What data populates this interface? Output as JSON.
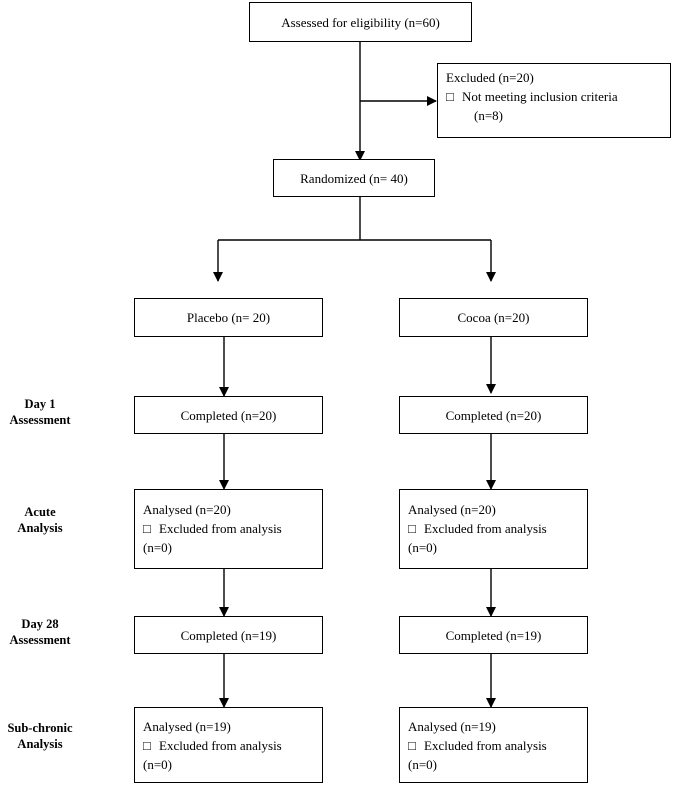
{
  "flow": {
    "assessed": "Assessed for eligibility  (n=60)",
    "excluded": {
      "title": "Excluded  (n=20)",
      "bullet": "□",
      "item": "Not meeting inclusion criteria",
      "item_n": "(n=8)"
    },
    "randomized": "Randomized (n= 40)",
    "placebo": {
      "allocation": "Placebo (n= 20)",
      "day1_completed": "Completed (n=20)",
      "acute": {
        "analysed": "Analysed  (n=20)",
        "bullet": "□",
        "excluded": "Excluded from analysis",
        "excluded_n": "(n=0)"
      },
      "day28_completed": "Completed (n=19)",
      "subchronic": {
        "analysed": "Analysed  (n=19)",
        "bullet": "□",
        "excluded": "Excluded from analysis",
        "excluded_n": "(n=0)"
      }
    },
    "cocoa": {
      "allocation": "Cocoa (n=20)",
      "day1_completed": "Completed (n=20)",
      "acute": {
        "analysed": "Analysed  (n=20)",
        "bullet": "□",
        "excluded": "Excluded from analysis",
        "excluded_n": "(n=0)"
      },
      "day28_completed": "Completed (n=19)",
      "subchronic": {
        "analysed": "Analysed  (n=19)",
        "bullet": "□",
        "excluded": "Excluded from analysis",
        "excluded_n": "(n=0)"
      }
    }
  },
  "stage_labels": {
    "day1": [
      "Day 1",
      "Assessment"
    ],
    "acute": [
      "Acute",
      "Analysis"
    ],
    "day28": [
      "Day 28",
      "Assessment"
    ],
    "subchronic": [
      "Sub-chronic",
      "Analysis"
    ]
  }
}
